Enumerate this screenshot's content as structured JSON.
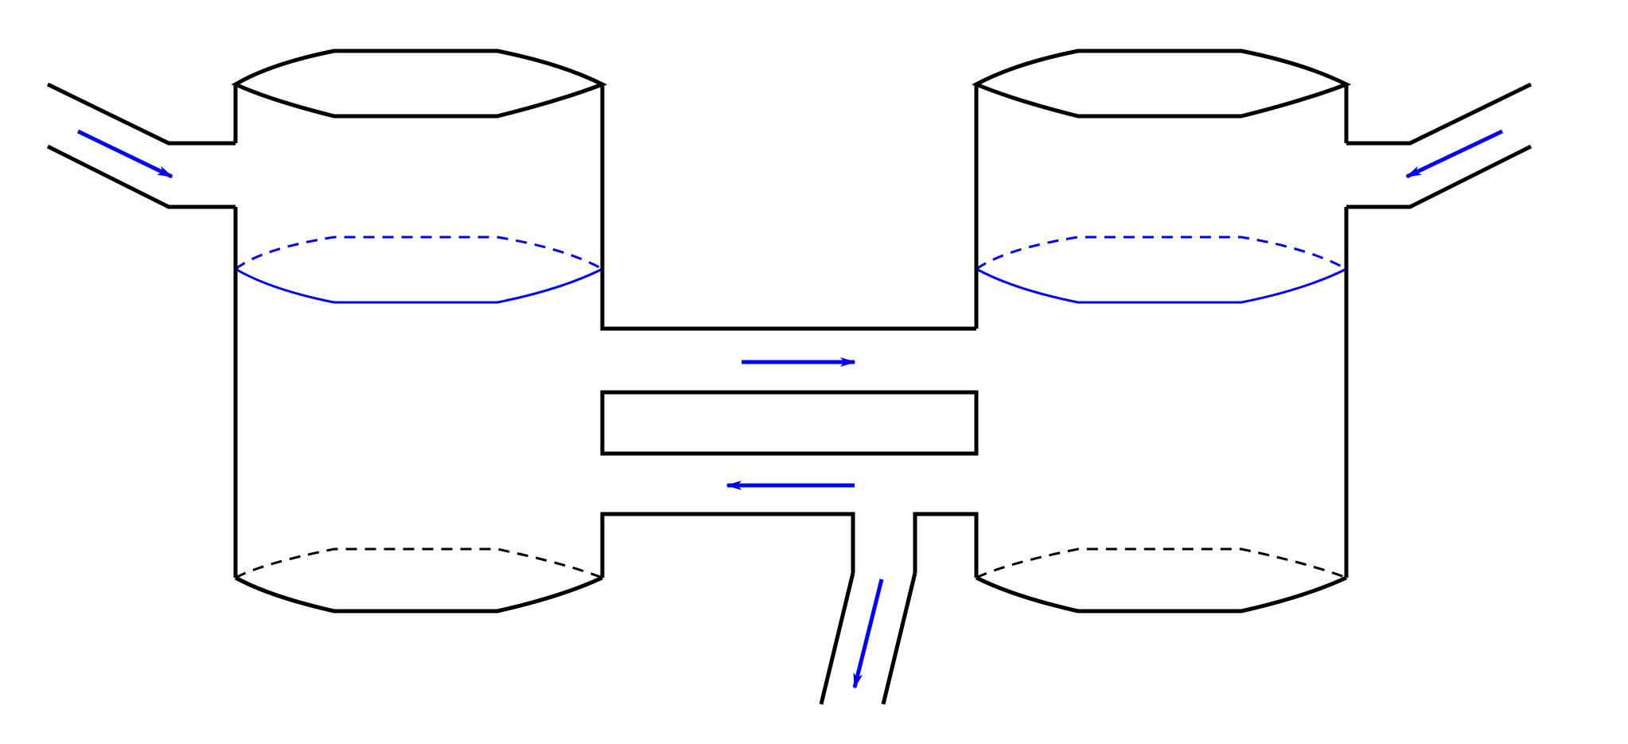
{
  "diagram": {
    "type": "two-tank-system-with-connecting-pipes",
    "colors": {
      "outline": "#000000",
      "water_level": "#0000ff",
      "flow_arrow": "#0000ff",
      "background": "#ffffff"
    },
    "components": {
      "tanks": [
        "left-tank",
        "right-tank"
      ],
      "pipes": [
        "left-inlet-pipe",
        "right-inlet-pipe",
        "upper-connecting-pipe",
        "lower-connecting-pipe",
        "outlet-pipe"
      ],
      "flow_arrows": [
        {
          "name": "left-inflow",
          "direction": "into-left-tank"
        },
        {
          "name": "right-inflow",
          "direction": "into-right-tank"
        },
        {
          "name": "upper-pipe-flow",
          "direction": "right"
        },
        {
          "name": "lower-pipe-flow",
          "direction": "left"
        },
        {
          "name": "outflow",
          "direction": "down-out"
        }
      ]
    }
  }
}
